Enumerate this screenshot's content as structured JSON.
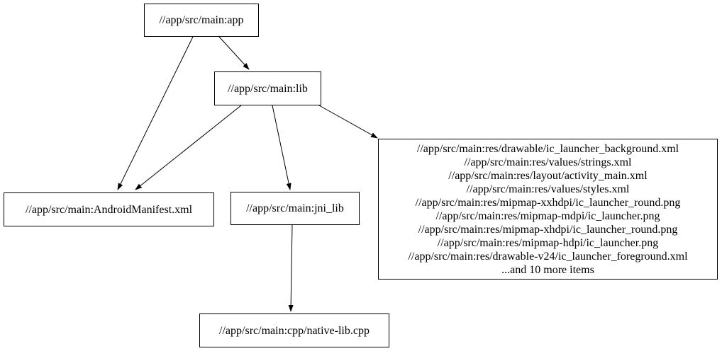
{
  "diagram": {
    "kind": "build-target-dependency-graph",
    "colors": {
      "background": "#ffffff",
      "node_border": "#000000",
      "text": "#000000",
      "edge": "#000000"
    },
    "nodes": {
      "app": {
        "label": "//app/src/main:app"
      },
      "lib": {
        "label": "//app/src/main:lib"
      },
      "manifest": {
        "label": "//app/src/main:AndroidManifest.xml"
      },
      "jni_lib": {
        "label": "//app/src/main:jni_lib"
      },
      "native_lib": {
        "label": "//app/src/main:cpp/native-lib.cpp"
      },
      "resources": {
        "lines": [
          "//app/src/main:res/drawable/ic_launcher_background.xml",
          "//app/src/main:res/values/strings.xml",
          "//app/src/main:res/layout/activity_main.xml",
          "//app/src/main:res/values/styles.xml",
          "//app/src/main:res/mipmap-xxhdpi/ic_launcher_round.png",
          "//app/src/main:res/mipmap-mdpi/ic_launcher.png",
          "//app/src/main:res/mipmap-xhdpi/ic_launcher_round.png",
          "//app/src/main:res/mipmap-hdpi/ic_launcher.png",
          "//app/src/main:res/drawable-v24/ic_launcher_foreground.xml",
          "...and 10 more items"
        ]
      }
    },
    "edges": [
      {
        "from": "app",
        "to": "manifest"
      },
      {
        "from": "app",
        "to": "lib"
      },
      {
        "from": "lib",
        "to": "manifest"
      },
      {
        "from": "lib",
        "to": "jni_lib"
      },
      {
        "from": "lib",
        "to": "resources"
      },
      {
        "from": "jni_lib",
        "to": "native_lib"
      }
    ]
  }
}
